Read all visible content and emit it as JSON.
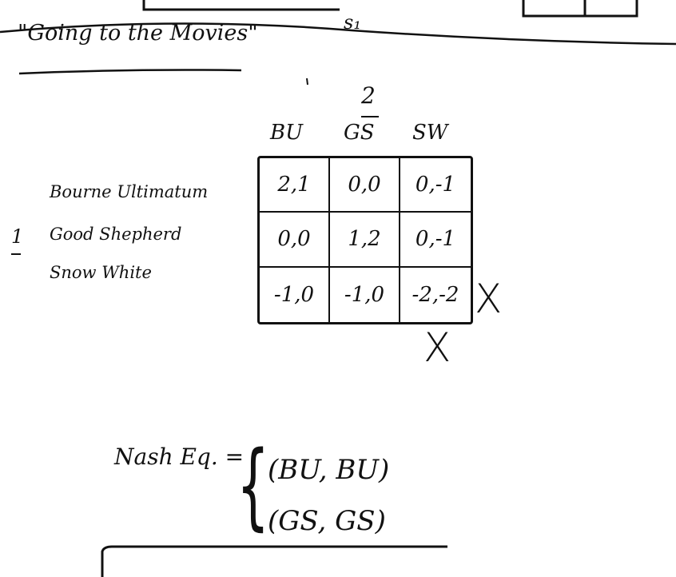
{
  "top_fragment": {
    "subscript_label": "s₁"
  },
  "title": "\"Going to the Movies\"",
  "player_column": {
    "label": "2",
    "headers": [
      "BU",
      "GS",
      "SW"
    ]
  },
  "player_row": {
    "label": "1",
    "rows": [
      "Bourne Ultimatum",
      "Good Shepherd",
      "Snow White"
    ]
  },
  "payoff_matrix": [
    [
      "2,1",
      "0,0",
      "0,-1"
    ],
    [
      "0,0",
      "1,2",
      "0,-1"
    ],
    [
      "-1,0",
      "-1,0",
      "-2,-2"
    ]
  ],
  "cross_marks": {
    "row_mark": "X",
    "column_mark": "X"
  },
  "nash": {
    "label": "Nash Eq. =",
    "equilibria": [
      "(BU, BU)",
      "(GS, GS)"
    ]
  }
}
